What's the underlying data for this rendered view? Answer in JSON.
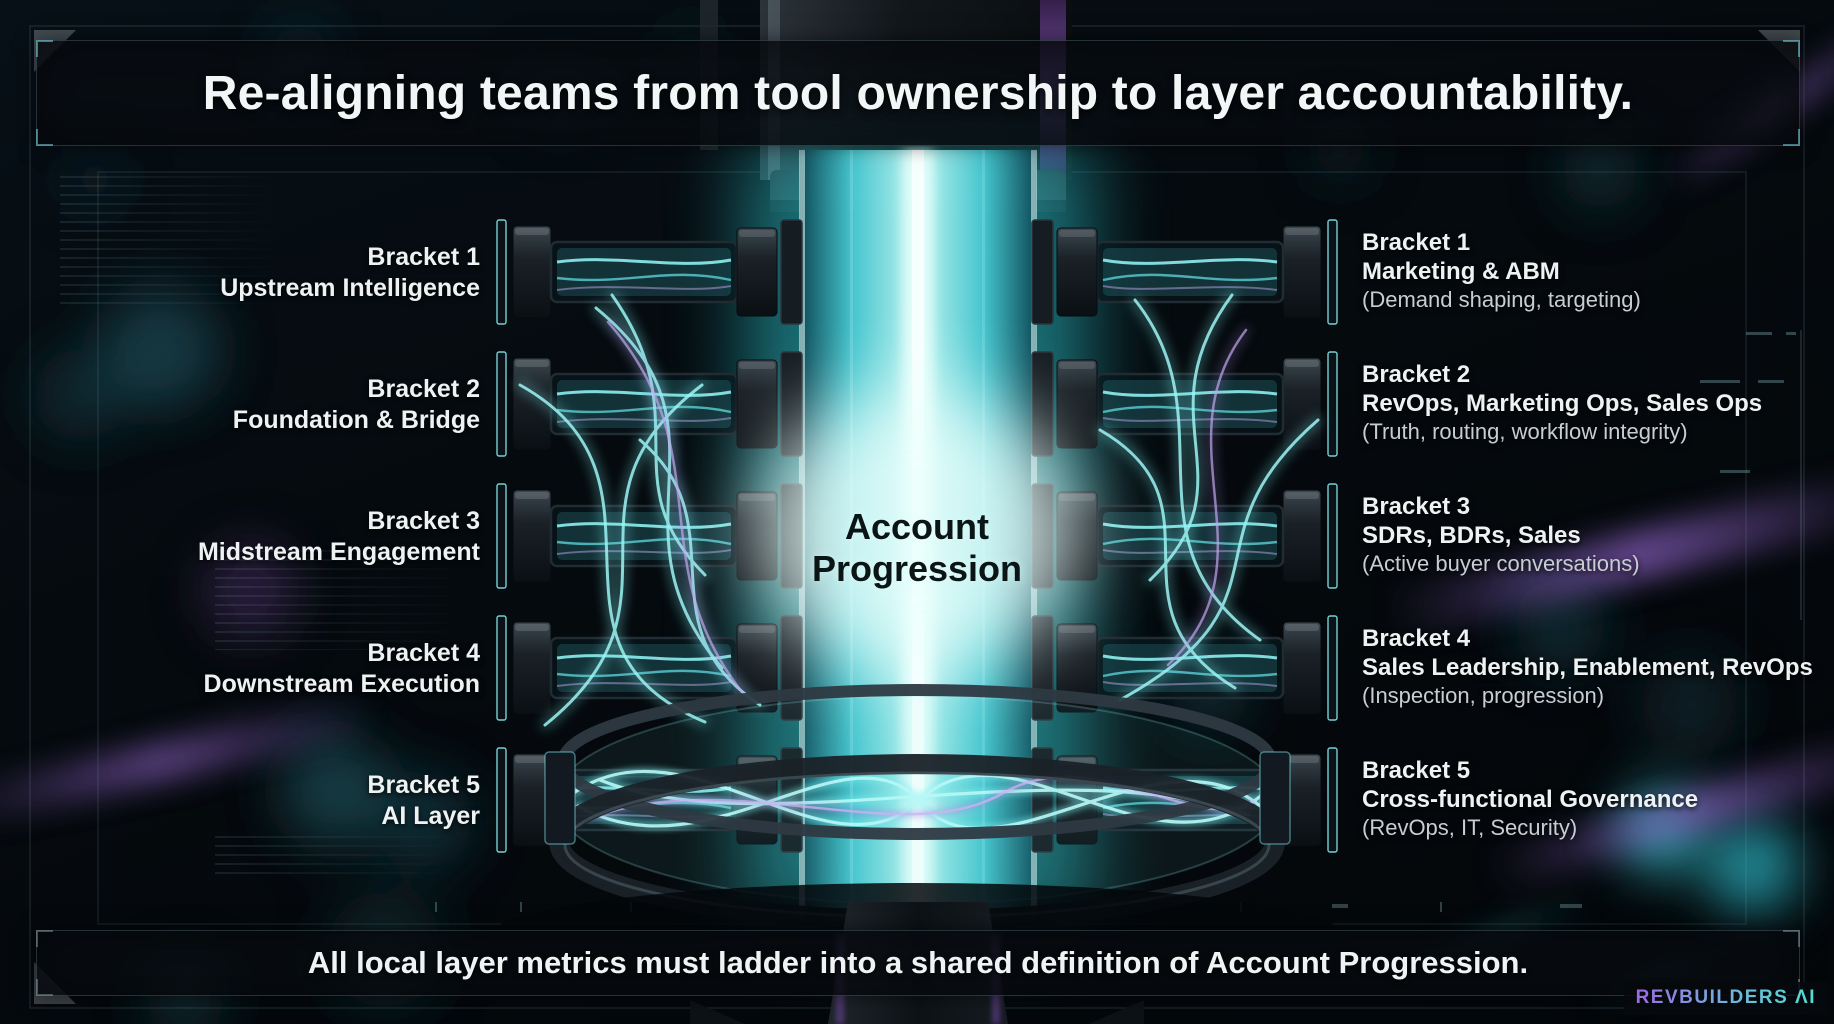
{
  "header": {
    "title": "Re-aligning teams from tool ownership to layer accountability."
  },
  "diagram": {
    "center_label": {
      "line1": "Account",
      "line2": "Progression"
    },
    "left_brackets": [
      {
        "name": "Bracket 1",
        "label": "Upstream Intelligence"
      },
      {
        "name": "Bracket 2",
        "label": "Foundation & Bridge"
      },
      {
        "name": "Bracket 3",
        "label": "Midstream Engagement"
      },
      {
        "name": "Bracket 4",
        "label": "Downstream Execution"
      },
      {
        "name": "Bracket 5",
        "label": "AI Layer"
      }
    ],
    "right_brackets": [
      {
        "name": "Bracket 1",
        "team": "Marketing & ABM",
        "detail": "(Demand shaping, targeting)"
      },
      {
        "name": "Bracket 2",
        "team": "RevOps, Marketing Ops, Sales Ops",
        "detail": "(Truth, routing, workflow integrity)"
      },
      {
        "name": "Bracket 3",
        "team": "SDRs, BDRs, Sales",
        "detail": "(Active buyer conversations)"
      },
      {
        "name": "Bracket 4",
        "team": "Sales Leadership, Enablement, RevOps",
        "detail": "(Inspection, progression)"
      },
      {
        "name": "Bracket 5",
        "team": "Cross-functional Governance",
        "detail": "(RevOps, IT, Security)"
      }
    ]
  },
  "footer": {
    "text": "All local layer metrics must ladder into a shared definition of Account Progression."
  },
  "brand": {
    "logo": "REVBUILDERS ΛI"
  },
  "colors": {
    "glow_cyan": "#5ee6e6",
    "core_white": "#eafffc",
    "accent_purple": "#8a5fc0",
    "text_primary": "#f3f6f6",
    "text_secondary": "#c7cdd2",
    "panel_background": "#0a0e12"
  }
}
